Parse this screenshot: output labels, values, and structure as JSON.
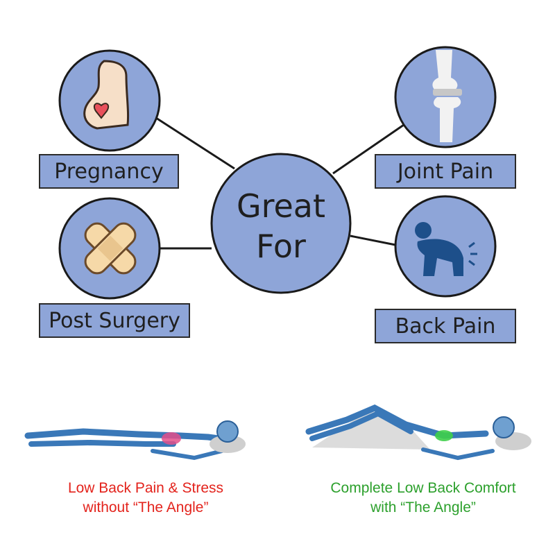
{
  "center": {
    "line1": "Great",
    "line2": "For"
  },
  "items": [
    {
      "label": "Pregnancy",
      "icon": "pregnancy-icon"
    },
    {
      "label": "Joint Pain",
      "icon": "knee-joint-icon"
    },
    {
      "label": "Post Surgery",
      "icon": "bandage-icon"
    },
    {
      "label": "Back Pain",
      "icon": "back-pain-icon"
    }
  ],
  "captions": {
    "left": {
      "line1": "Low Back Pain & Stress",
      "line2": "without “The Angle”",
      "color": "#e3231c"
    },
    "right": {
      "line1": "Complete Low Back Comfort",
      "line2": "with “The Angle”",
      "color": "#2ca02c"
    }
  },
  "colors": {
    "circle_fill": "#8ea5d8",
    "outline": "#2a2a2a",
    "skeleton": "#3a78b8"
  }
}
